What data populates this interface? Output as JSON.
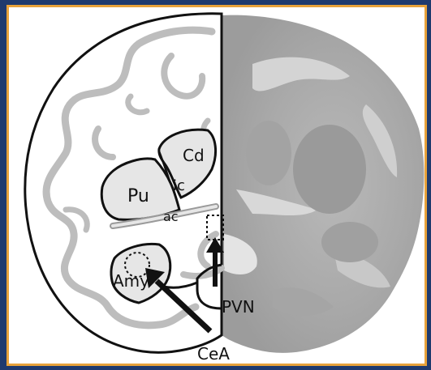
{
  "labels": {
    "cd": "Cd",
    "ic": "ic",
    "pu": "Pu",
    "ac": "ac",
    "amy": "Amy",
    "pvn": "PVN",
    "cea": "CeA"
  },
  "colors": {
    "background": "#1f3a6e",
    "border": "#e8a23a",
    "gray_matter": "#bdbdbd",
    "region_fill": "#e6e6e6"
  }
}
